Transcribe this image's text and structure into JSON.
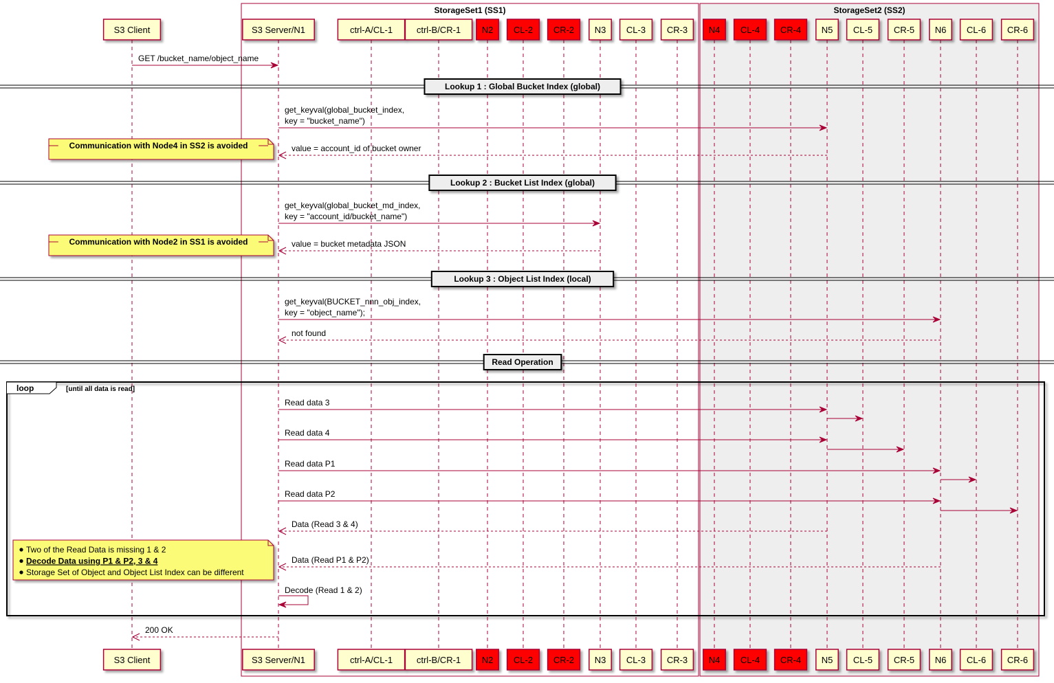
{
  "colors": {
    "line": "#A80036",
    "participant_fill": "#FEFECE",
    "participant_red": "#FF0000",
    "note_fill": "#FBFB77",
    "box_border": "#A80036",
    "box2_fill": "#EEEEEE"
  },
  "boxes": [
    {
      "id": "ss1",
      "title": "StorageSet1 (SS1)"
    },
    {
      "id": "ss2",
      "title": "StorageSet2 (SS2)"
    }
  ],
  "participants": [
    {
      "id": "client",
      "label": "S3 Client",
      "red": false
    },
    {
      "id": "n1",
      "label": "S3 Server/N1",
      "red": false
    },
    {
      "id": "cl1",
      "label": "ctrl-A/CL-1",
      "red": false
    },
    {
      "id": "cr1",
      "label": "ctrl-B/CR-1",
      "red": false
    },
    {
      "id": "n2",
      "label": "N2",
      "red": true
    },
    {
      "id": "cl2",
      "label": "CL-2",
      "red": true
    },
    {
      "id": "cr2",
      "label": "CR-2",
      "red": true
    },
    {
      "id": "n3",
      "label": "N3",
      "red": false
    },
    {
      "id": "cl3",
      "label": "CL-3",
      "red": false
    },
    {
      "id": "cr3",
      "label": "CR-3",
      "red": false
    },
    {
      "id": "n4",
      "label": "N4",
      "red": true
    },
    {
      "id": "cl4",
      "label": "CL-4",
      "red": true
    },
    {
      "id": "cr4",
      "label": "CR-4",
      "red": true
    },
    {
      "id": "n5",
      "label": "N5",
      "red": false
    },
    {
      "id": "cl5",
      "label": "CL-5",
      "red": false
    },
    {
      "id": "cr5",
      "label": "CR-5",
      "red": false
    },
    {
      "id": "n6",
      "label": "N6",
      "red": false
    },
    {
      "id": "cl6",
      "label": "CL-6",
      "red": false
    },
    {
      "id": "cr6",
      "label": "CR-6",
      "red": false
    }
  ],
  "dividers": [
    {
      "id": "lookup1",
      "label": "Lookup 1 : Global Bucket Index (global)"
    },
    {
      "id": "lookup2",
      "label": "Lookup 2 : Bucket List Index (global)"
    },
    {
      "id": "lookup3",
      "label": "Lookup 3 : Object List Index (local)"
    },
    {
      "id": "read",
      "label": "Read Operation"
    }
  ],
  "messages": [
    {
      "id": "get-request",
      "from": "client",
      "to": "n1",
      "dashed": false,
      "lines": [
        "GET /bucket_name/object_name"
      ]
    },
    {
      "id": "get-keyval-1",
      "from": "n1",
      "to": "n5",
      "dashed": false,
      "lines": [
        "get_keyval(global_bucket_index,",
        " key = \"bucket_name\")"
      ]
    },
    {
      "id": "reply-1",
      "from": "n5",
      "to": "n1",
      "dashed": true,
      "lines": [
        "value = account_id of bucket owner"
      ]
    },
    {
      "id": "get-keyval-2",
      "from": "n1",
      "to": "n3",
      "dashed": false,
      "lines": [
        "get_keyval(global_bucket_md_index,",
        " key = \"account_id/bucket_name\")"
      ]
    },
    {
      "id": "reply-2",
      "from": "n3",
      "to": "n1",
      "dashed": true,
      "lines": [
        "value = bucket metadata JSON"
      ]
    },
    {
      "id": "get-keyval-3",
      "from": "n1",
      "to": "n6",
      "dashed": false,
      "lines": [
        "get_keyval(BUCKET_nnn_obj_index,",
        " key = \"object_name\");"
      ]
    },
    {
      "id": "reply-3",
      "from": "n6",
      "to": "n1",
      "dashed": true,
      "lines": [
        "not found"
      ]
    },
    {
      "id": "read-data-3",
      "from": "n1",
      "to": "n5",
      "dashed": false,
      "lines": [
        "Read data 3"
      ]
    },
    {
      "id": "fwd-cl5",
      "from": "n5",
      "to": "cl5",
      "dashed": false,
      "lines": []
    },
    {
      "id": "read-data-4",
      "from": "n1",
      "to": "n5",
      "dashed": false,
      "lines": [
        "Read data 4"
      ]
    },
    {
      "id": "fwd-cr5",
      "from": "n5",
      "to": "cr5",
      "dashed": false,
      "lines": []
    },
    {
      "id": "read-data-p1",
      "from": "n1",
      "to": "n6",
      "dashed": false,
      "lines": [
        "Read data P1"
      ]
    },
    {
      "id": "fwd-cl6",
      "from": "n6",
      "to": "cl6",
      "dashed": false,
      "lines": []
    },
    {
      "id": "read-data-p2",
      "from": "n1",
      "to": "n6",
      "dashed": false,
      "lines": [
        "Read data P2"
      ]
    },
    {
      "id": "fwd-cr6",
      "from": "n6",
      "to": "cr6",
      "dashed": false,
      "lines": []
    },
    {
      "id": "data-34",
      "from": "n5",
      "to": "n1",
      "dashed": true,
      "lines": [
        "Data (Read 3 & 4)"
      ]
    },
    {
      "id": "data-p1p2",
      "from": "n6",
      "to": "n1",
      "dashed": true,
      "lines": [
        "Data (Read P1 & P2)"
      ]
    },
    {
      "id": "decode",
      "from": "n1",
      "to": "n1",
      "dashed": false,
      "self": true,
      "lines": [
        "Decode (Read 1 & 2)"
      ]
    },
    {
      "id": "ok-200",
      "from": "n1",
      "to": "client",
      "dashed": true,
      "lines": [
        "200 OK"
      ]
    }
  ],
  "notes": [
    {
      "id": "note-node4",
      "lines": [
        {
          "text": "Communication with Node4 in SS2 is avoided",
          "bold": true,
          "underline": false,
          "bullet": false
        }
      ]
    },
    {
      "id": "note-node2",
      "lines": [
        {
          "text": "Communication with Node2 in SS1 is avoided",
          "bold": true,
          "underline": false,
          "bullet": false
        }
      ]
    },
    {
      "id": "note-decode",
      "lines": [
        {
          "text": "Two of the Read Data is missing 1 & 2",
          "bold": false,
          "underline": false,
          "bullet": true
        },
        {
          "text": "Decode Data using P1 & P2, 3 & 4",
          "bold": true,
          "underline": true,
          "bullet": true
        },
        {
          "text": "Storage Set of Object and Object List Index can be different",
          "bold": false,
          "underline": false,
          "bullet": true
        }
      ]
    }
  ],
  "loop": {
    "keyword": "loop",
    "condition": "[until all data is read]"
  }
}
